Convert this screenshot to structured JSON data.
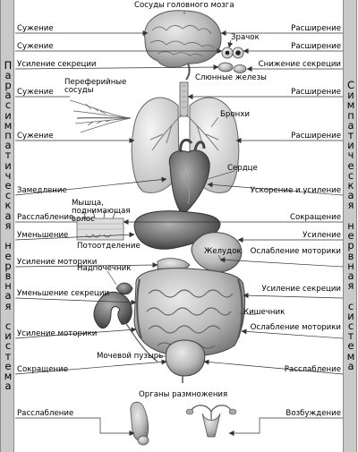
{
  "sidebars": {
    "left": "Парасимпатическая нервная система",
    "right": "Симпатическая нервная система"
  },
  "organ_labels": {
    "brain_vessels": "Сосуды головного мозга",
    "pupil": "Зрачок",
    "salivary_glands": "Слюнные железы",
    "peripheral_vessels": "Переферийные сосуды",
    "bronchi": "Бронхи",
    "heart": "Сердце",
    "hair_muscle": "Мышца, поднимающая волос",
    "sweat_secretion": "Потоотделение",
    "stomach": "Желудок",
    "adrenal": "Надпочечник",
    "intestine": "Кишечник",
    "bladder": "Мочевой пузырь",
    "reproductive": "Органы размножения"
  },
  "parasympathetic_effects": [
    "Сужение",
    "Сужение",
    "Усиление секреции",
    "Сужение",
    "Сужение",
    "Замедление",
    "Расслабление",
    "Уменьшение",
    "Усиление моторики",
    "Уменьшение секреции",
    "Усиление моторики",
    "Сокращение",
    "Расслабление"
  ],
  "sympathetic_effects": [
    "Расширение",
    "Расширение",
    "Снижение секреции",
    "Расширение",
    "Расширение",
    "Ускорение и усиление",
    "Сокращение",
    "Усиление",
    "Ослабление моторики",
    "Усиление секреции",
    "Ослабление моторики",
    "Расслабление",
    "Возбуждение"
  ]
}
